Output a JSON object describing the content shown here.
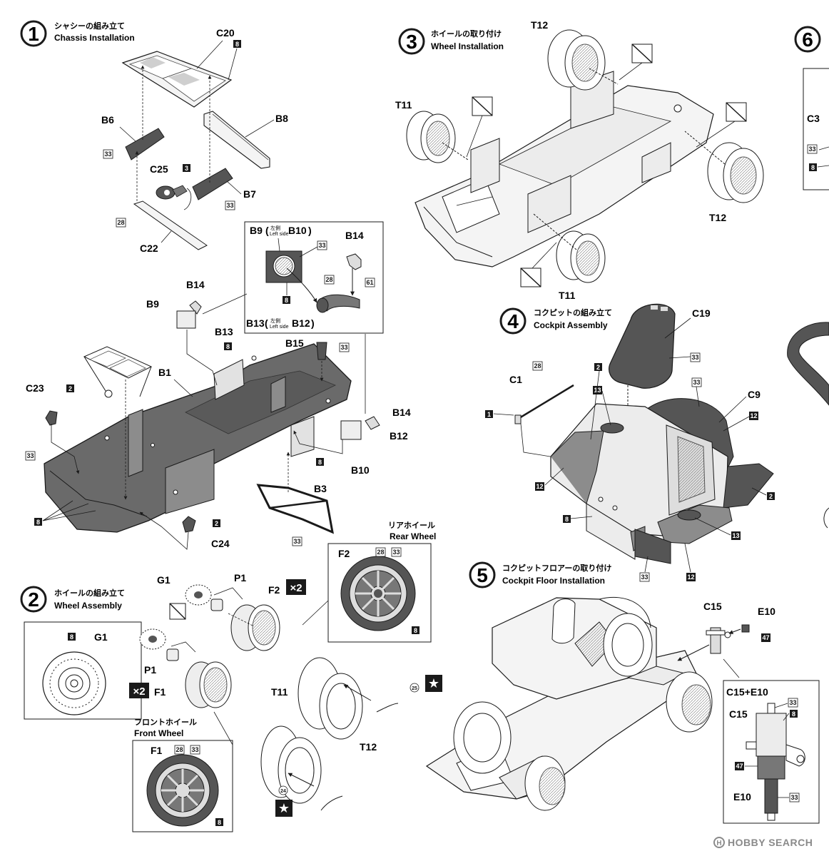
{
  "steps": [
    {
      "number": "1",
      "jp": "シャシーの組み立て",
      "en": "Chassis Installation"
    },
    {
      "number": "2",
      "jp": "ホイールの組み立て",
      "en": "Wheel Assembly"
    },
    {
      "number": "3",
      "jp": "ホイールの取り付け",
      "en": "Wheel Installation"
    },
    {
      "number": "4",
      "jp": "コクピットの組み立て",
      "en": "Cockpit Assembly"
    },
    {
      "number": "5",
      "jp": "コクピットフロアーの取り付け",
      "en": "Cockpit Floor Installation"
    },
    {
      "number": "6"
    }
  ],
  "parts": {
    "C20": "C20",
    "B6": "B6",
    "B8": "B8",
    "C25": "C25",
    "B7": "B7",
    "C22": "C22",
    "B9": "B9",
    "B10": "B10",
    "B12": "B12",
    "B13": "B13",
    "B14": "B14",
    "B15": "B15",
    "B1": "B1",
    "B3": "B3",
    "C23": "C23",
    "C24": "C24",
    "G1": "G1",
    "P1": "P1",
    "F1": "F1",
    "F2": "F2",
    "T11": "T11",
    "T12": "T12",
    "C1": "C1",
    "C19": "C19",
    "C9": "C9",
    "C15": "C15",
    "E10": "E10",
    "C3": "C3",
    "C15E10": "C15+E10"
  },
  "side_notes": {
    "left_jp": "左側",
    "left_en": "Left side"
  },
  "insets": {
    "rear_jp": "リアホイール",
    "rear_en": "Rear Wheel",
    "front_jp": "フロントホイール",
    "front_en": "Front Wheel"
  },
  "multipliers": {
    "x2": "×2"
  },
  "color_codes": {
    "c1": "1",
    "c2": "2",
    "c3": "3",
    "c8": "8",
    "c12": "12",
    "c13": "13",
    "c24": "24",
    "c25": "25",
    "c28": "28",
    "c33": "33",
    "c47": "47",
    "c61": "61"
  },
  "watermark": {
    "text": "HOBBY SEARCH"
  },
  "colors": {
    "line": "#1a1a1a",
    "dark_part": "#555555",
    "mid_part": "#8c8c8c",
    "light_part": "#d6d6d6"
  }
}
